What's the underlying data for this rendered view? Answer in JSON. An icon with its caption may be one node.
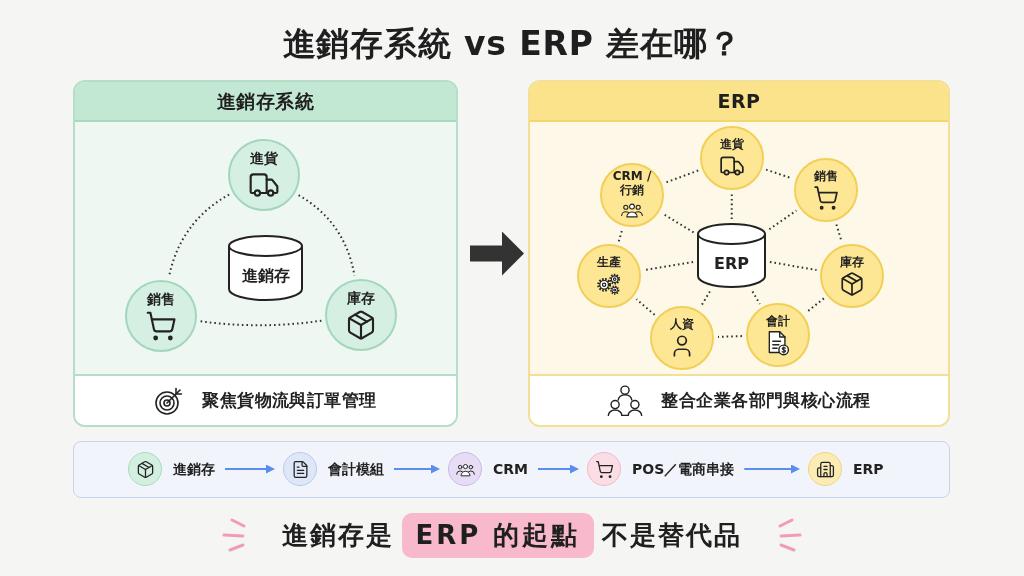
{
  "diagram": {
    "title": "進銷存系統 vs ERP 差在哪？",
    "nodes": [
      {
        "text": [
          "進銷存系統",
          "聚焦貨物流與訂單管理"
        ]
      },
      {
        "text": [
          "進貨"
        ],
        "in": 0
      },
      {
        "text": [
          "進銷存"
        ],
        "in": 0
      },
      {
        "text": [
          "銷售"
        ],
        "in": 0
      },
      {
        "text": [
          "庫存"
        ],
        "in": 0
      },
      {
        "text": [
          "ERP",
          "整合企業各部門與核心流程"
        ]
      },
      {
        "text": [
          "進貨"
        ],
        "in": 5
      },
      {
        "text": [
          "CRM / 行銷"
        ],
        "in": 5
      },
      {
        "text": [
          "銷售"
        ],
        "in": 5
      },
      {
        "text": [
          "ERP"
        ],
        "in": 5
      },
      {
        "text": [
          "生產"
        ],
        "in": 5
      },
      {
        "text": [
          "庫存"
        ],
        "in": 5
      },
      {
        "text": [
          "人資"
        ],
        "in": 5
      },
      {
        "text": [
          "會計"
        ],
        "in": 5
      },
      {
        "text": [],
        "shape": "box"
      },
      {
        "text": [
          "進銷存"
        ],
        "in": 14
      },
      {
        "text": [
          "會計模組"
        ],
        "in": 14
      },
      {
        "text": [
          "CRM"
        ],
        "in": 14
      },
      {
        "text": [
          "POS／電商串接"
        ],
        "in": 14
      },
      {
        "text": [
          "ERP"
        ],
        "in": 14
      }
    ],
    "edges": [
      {
        "from": 1,
        "to": 3,
        "arrow": "none",
        "style": "dashed"
      },
      {
        "from": 1,
        "to": 4,
        "arrow": "none",
        "style": "dashed"
      },
      {
        "from": 3,
        "to": 4,
        "arrow": "none",
        "style": "dashed"
      },
      {
        "from": 0,
        "to": 5,
        "arrow": "to",
        "style": "thick"
      },
      {
        "from": 9,
        "to": 6,
        "arrow": "none",
        "style": "dashed"
      },
      {
        "from": 9,
        "to": 7,
        "arrow": "none",
        "style": "dashed"
      },
      {
        "from": 9,
        "to": 8,
        "arrow": "none",
        "style": "dashed"
      },
      {
        "from": 9,
        "to": 10,
        "arrow": "none",
        "style": "dashed"
      },
      {
        "from": 9,
        "to": 11,
        "arrow": "none",
        "style": "dashed"
      },
      {
        "from": 9,
        "to": 12,
        "arrow": "none",
        "style": "dashed"
      },
      {
        "from": 9,
        "to": 13,
        "arrow": "none",
        "style": "dashed"
      },
      {
        "from": 6,
        "to": 7,
        "arrow": "none",
        "style": "dashed"
      },
      {
        "from": 6,
        "to": 8,
        "arrow": "none",
        "style": "dashed"
      },
      {
        "from": 8,
        "to": 11,
        "arrow": "none",
        "style": "dashed"
      },
      {
        "from": 11,
        "to": 13,
        "arrow": "none",
        "style": "dashed"
      },
      {
        "from": 13,
        "to": 12,
        "arrow": "none",
        "style": "dashed"
      },
      {
        "from": 12,
        "to": 10,
        "arrow": "none",
        "style": "dashed"
      },
      {
        "from": 10,
        "to": 7,
        "arrow": "none",
        "style": "dashed"
      },
      {
        "from": 15,
        "to": 16,
        "arrow": "to",
        "color": "#5b8def"
      },
      {
        "from": 16,
        "to": 17,
        "arrow": "to",
        "color": "#5b8def"
      },
      {
        "from": 17,
        "to": 18,
        "arrow": "to",
        "color": "#5b8def"
      },
      {
        "from": 18,
        "to": 19,
        "arrow": "to",
        "color": "#5b8def"
      }
    ],
    "labels": [
      "進銷存是",
      "ERP 的起點",
      "不是替代品"
    ]
  }
}
